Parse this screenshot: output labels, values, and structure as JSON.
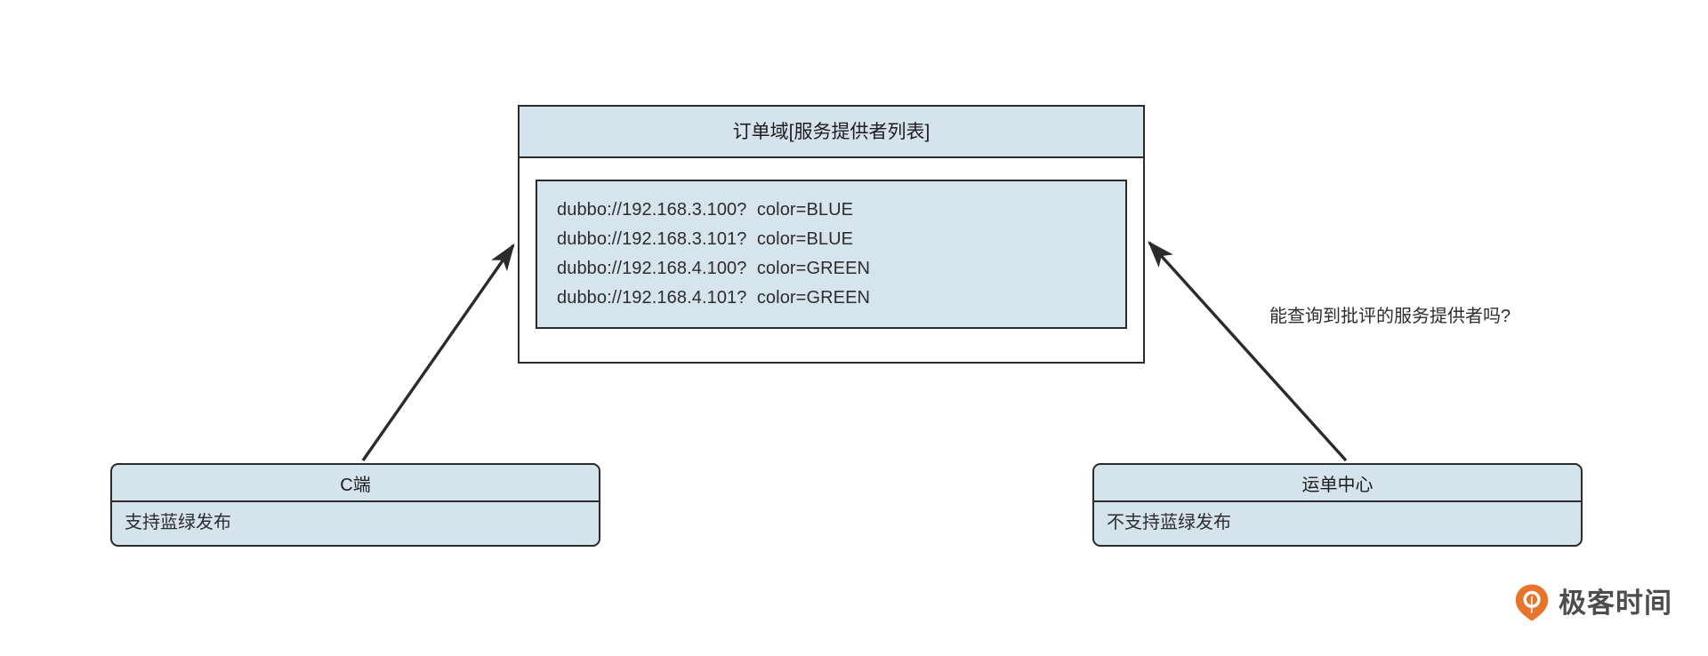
{
  "diagram": {
    "provider_node": {
      "title": "订单域[服务提供者列表]",
      "providers": [
        "dubbo://192.168.3.100?  color=BLUE",
        "dubbo://192.168.3.101?  color=BLUE",
        "dubbo://192.168.4.100?  color=GREEN",
        "dubbo://192.168.4.101?  color=GREEN"
      ]
    },
    "consumers": [
      {
        "title": "C端",
        "description": "支持蓝绿发布"
      },
      {
        "title": "运单中心",
        "description": "不支持蓝绿发布"
      }
    ],
    "annotation": "能查询到批评的服务提供者吗?",
    "brand": {
      "name": "极客时间",
      "mark": "geektime-pin-icon"
    },
    "colors": {
      "node_fill": "#d5e3ed",
      "list_fill": "#d6e4ed",
      "stroke": "#2b2b2b",
      "text": "#2d2d2d",
      "background": "#ffffff",
      "brand_orange": "#e8732a"
    }
  }
}
